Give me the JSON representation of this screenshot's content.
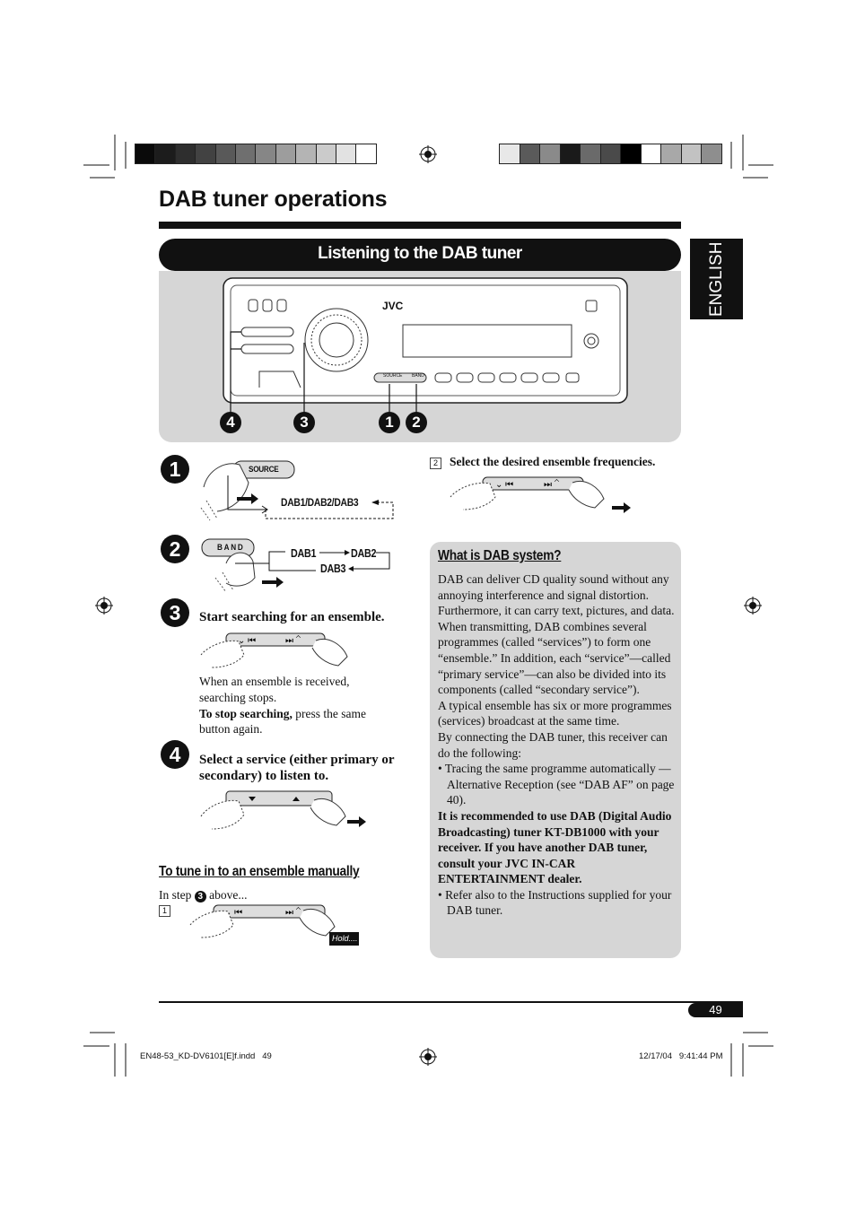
{
  "header": {
    "section_title": "DAB tuner operations",
    "banner_title": "Listening to the DAB tuner",
    "language_tab": "ENGLISH"
  },
  "color_bar_left": [
    "#0a0a0a",
    "#1c1c1c",
    "#2e2e2e",
    "#424242",
    "#595959",
    "#6f6f6f",
    "#868686",
    "#9d9d9d",
    "#b4b4b4",
    "#cbcbcb",
    "#e2e2e2",
    "#ffffff"
  ],
  "color_bar_right": [
    "#e8e8e8",
    "#5a5a5a",
    "#8a8a8a",
    "#1a1a1a",
    "#6a6a6a",
    "#4a4a4a",
    "#000000",
    "#ffffff",
    "#a8a8a8",
    "#c2c2c2",
    "#8e8e8e"
  ],
  "device": {
    "brand": "JVC",
    "callouts": [
      "4",
      "3",
      "1",
      "2"
    ],
    "source_label": "SOURCE",
    "band_label": "BAND"
  },
  "steps": {
    "step1": {
      "num": "1",
      "button_label": "SOURCE",
      "cycle_label": "DAB1/DAB2/DAB3"
    },
    "step2": {
      "num": "2",
      "button_label": "BAND",
      "dab1": "DAB1",
      "dab2": "DAB2",
      "dab3": "DAB3"
    },
    "step3": {
      "num": "3",
      "heading": "Start searching for an ensemble.",
      "note_line1": "When an ensemble is received,",
      "note_line2": "searching stops.",
      "stop_bold": "To stop searching,",
      "stop_rest": " press the same",
      "stop_line2": "button again."
    },
    "step4": {
      "num": "4",
      "heading_line1": "Select a service (either primary or",
      "heading_line2": "secondary) to listen to."
    }
  },
  "manual": {
    "heading": "To tune in to an ensemble manually",
    "in_step_before": "In step ",
    "in_step_num": "3",
    "in_step_after": " above...",
    "substep1": "1",
    "hold_label": "Hold....",
    "substep2": "2",
    "substep2_text": "Select the desired ensemble frequencies."
  },
  "panel": {
    "heading": "What is DAB system?",
    "para1": "DAB can deliver CD quality sound without any annoying interference and signal distortion. Furthermore, it can carry text, pictures, and data. When transmitting, DAB combines several programmes (called “services”) to form one “ensemble.” In addition, each “service”—called “primary service”—can also be divided into its components (called “secondary service”).",
    "para2": "A typical ensemble has six or more programmes (services) broadcast at the same time.",
    "para3": "By connecting the DAB tuner, this receiver can do the following:",
    "bullet1": "• Tracing the same programme automatically —Alternative Reception (see “DAB AF” on page 40).",
    "bold_para": "It is recommended to use DAB (Digital Audio Broadcasting) tuner KT-DB1000 with your receiver. If you have another DAB tuner, consult your JVC IN-CAR ENTERTAINMENT dealer.",
    "bullet2": "• Refer also to the Instructions supplied for your DAB tuner."
  },
  "footer": {
    "page_number": "49",
    "file_name": "EN48-53_KD-DV6101[E]f.indd   49",
    "timestamp": "12/17/04   9:41:44 PM"
  }
}
